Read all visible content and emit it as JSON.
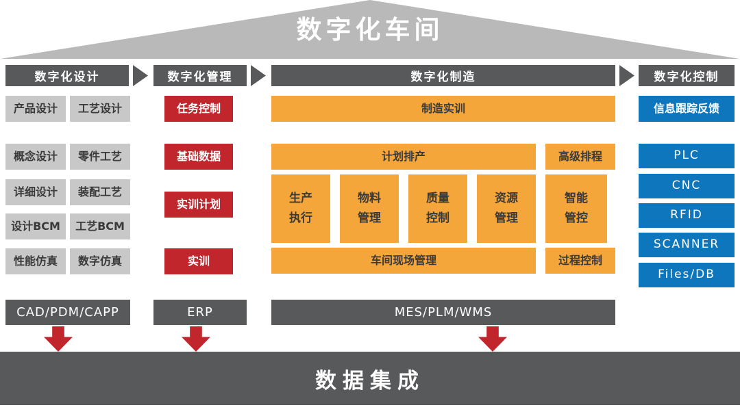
{
  "title": "数字化车间",
  "design": {
    "header": "数字化设计",
    "cells": [
      "产品设计",
      "工艺设计",
      "概念设计",
      "零件工艺",
      "详细设计",
      "装配工艺",
      "设计BCM",
      "工艺BCM",
      "性能仿真",
      "数字仿真"
    ],
    "footer": "CAD/PDM/CAPP"
  },
  "management": {
    "header": "数字化管理",
    "cells": [
      "任务控制",
      "基础数据",
      "实训计划",
      "实训"
    ],
    "footer": "ERP"
  },
  "manufacturing": {
    "header": "数字化制造",
    "top": "制造实训",
    "plan": "计划排产",
    "advanced": "高级排程",
    "middle": [
      "生产执行",
      "物料管理",
      "质量控制",
      "资源管理",
      "智能管控"
    ],
    "floor": "车间现场管理",
    "process": "过程控制",
    "footer": "MES/PLM/WMS"
  },
  "control": {
    "header": "数字化控制",
    "cells": [
      "信息跟踪反馈",
      "PLC",
      "CNC",
      "RFID",
      "SCANNER",
      "Files/DB"
    ]
  },
  "integration": "数据集成",
  "colors": {
    "roof_gray": "#b9b9ba",
    "dark_gray": "#58595b",
    "light_gray": "#c8c8c9",
    "red": "#c2262d",
    "orange": "#f5a63b",
    "blue": "#0e76bc"
  }
}
